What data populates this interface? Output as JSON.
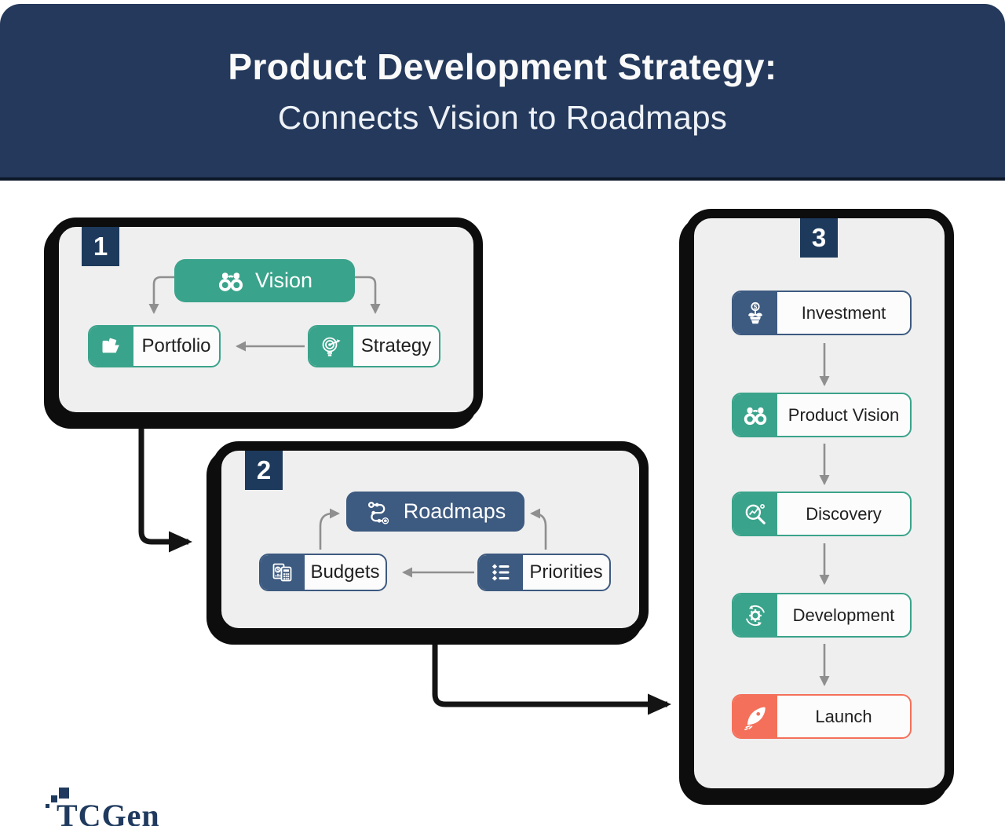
{
  "header": {
    "title_bold": "Product Development Strategy:",
    "title_regular": "Connects Vision to Roadmaps"
  },
  "panel1": {
    "number": "1",
    "hub": {
      "label": "Vision",
      "icon": "binoculars-icon"
    },
    "satellites": [
      {
        "label": "Portfolio",
        "icon": "open-folder-icon"
      },
      {
        "label": "Strategy",
        "icon": "target-bulb-icon"
      }
    ]
  },
  "panel2": {
    "number": "2",
    "hub": {
      "label": "Roadmaps",
      "icon": "winding-path-icon"
    },
    "satellites": [
      {
        "label": "Budgets",
        "icon": "invoice-calculator-icon"
      },
      {
        "label": "Priorities",
        "icon": "bullet-list-icon"
      }
    ]
  },
  "panel3": {
    "number": "3",
    "steps": [
      {
        "label": "Investment",
        "icon": "money-plant-icon",
        "theme": "blue"
      },
      {
        "label": "Product Vision",
        "icon": "binoculars-icon",
        "theme": "green"
      },
      {
        "label": "Discovery",
        "icon": "magnifier-chart-icon",
        "theme": "green"
      },
      {
        "label": "Development",
        "icon": "gear-cycle-icon",
        "theme": "green"
      },
      {
        "label": "Launch",
        "icon": "rocket-icon",
        "theme": "coral"
      }
    ]
  },
  "logo": {
    "text": "TCGen"
  },
  "colors": {
    "header_navy": "#24395b",
    "badge_navy": "#1d3a5c",
    "green": "#3aa38b",
    "blue": "#3d5a80",
    "coral": "#f4705a",
    "panel_bg": "#efefef",
    "arrow_gray": "#8f8f8f",
    "connector_black": "#141414"
  }
}
